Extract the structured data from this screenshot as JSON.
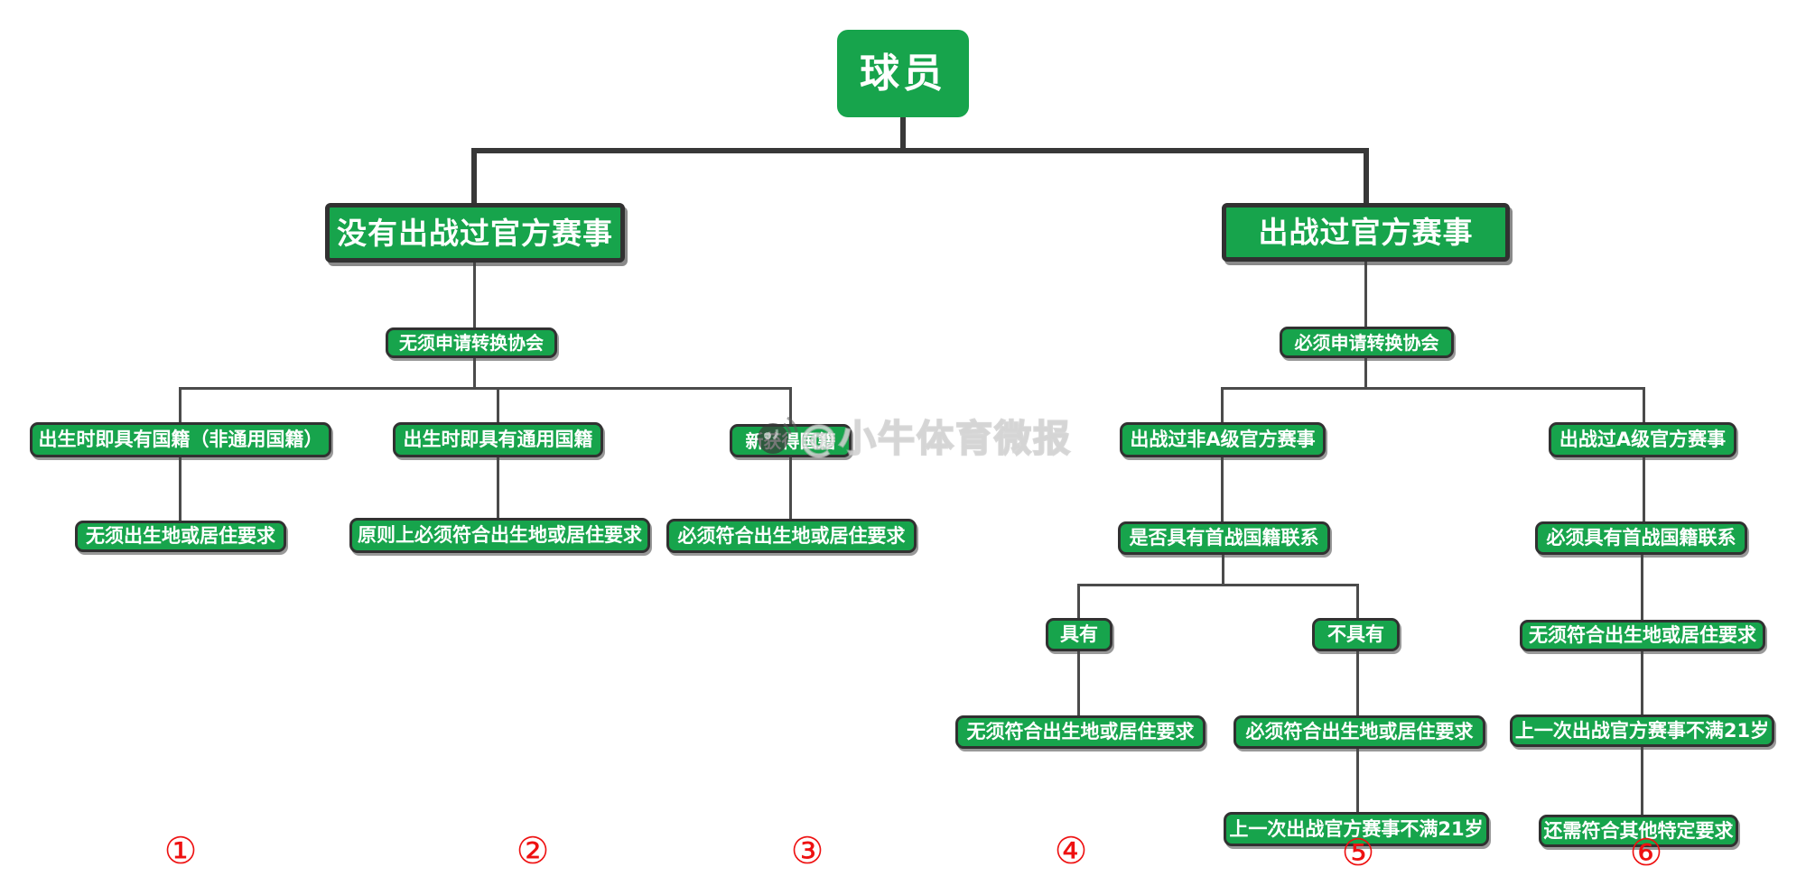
{
  "colors": {
    "node_green": "#17a44c",
    "node_border": "#313131",
    "line": "#4b4b4b",
    "marker_red": "#ee1111"
  },
  "root": {
    "label": "球员"
  },
  "left": {
    "title": "没有出战过官方赛事",
    "node": "无须申请转换协会",
    "branches": [
      {
        "top": "出生时即具有国籍（非通用国籍）",
        "bottom": "无须出生地或居住要求"
      },
      {
        "top": "出生时即具有通用国籍",
        "bottom": "原则上必须符合出生地或居住要求"
      },
      {
        "top": "新获得国籍",
        "bottom": "必须符合出生地或居住要求"
      }
    ]
  },
  "right": {
    "title": "出战过官方赛事",
    "node": "必须申请转换协会",
    "non_a": {
      "top": "出战过非A级官方赛事",
      "question": "是否具有首战国籍联系",
      "yes": {
        "label": "具有",
        "result": "无须符合出生地或居住要求"
      },
      "no": {
        "label": "不具有",
        "result": "必须符合出生地或居住要求",
        "extra": "上一次出战官方赛事不满21岁"
      }
    },
    "a": {
      "top": "出战过A级官方赛事",
      "steps": [
        "必须具有首战国籍联系",
        "无须符合出生地或居住要求",
        "上一次出战官方赛事不满21岁",
        "还需符合其他特定要求"
      ]
    }
  },
  "markers": [
    "①",
    "②",
    "③",
    "④",
    "⑤",
    "⑥"
  ],
  "watermark": {
    "handle": "@小牛体育微报"
  }
}
